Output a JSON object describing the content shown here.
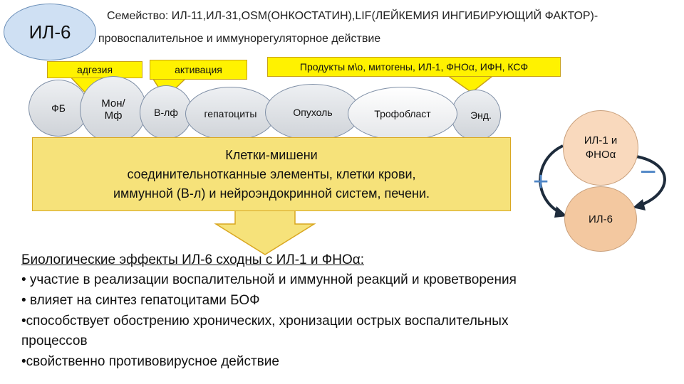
{
  "title_badge": "ИЛ-6",
  "family_line1": "Семейство: ИЛ-11,ИЛ-31,OSM(ОНКОСТАТИН),LIF(ЛЕЙКЕМИЯ ИНГИБИРУЮЩИЙ ФАКТОР)-",
  "family_line2": "провоспалительное и иммунорегуляторное действие",
  "tags": {
    "adhesion": "адгезия",
    "activation": "активация",
    "products": "Продукты м\\о, митогены, ИЛ-1, ФНОα, ИФН, КСФ"
  },
  "cells": {
    "fb": "ФБ",
    "mon_line1": "Мон/",
    "mon_line2": "Мф",
    "blf": "В-лф",
    "hepatocytes": "гепатоциты",
    "tumor": "Опухоль",
    "trophoblast": "Трофобласт",
    "end": "Энд."
  },
  "targets": {
    "line1": "Клетки-мишени",
    "line2": "соединительнотканные элементы, клетки крови,",
    "line3": "иммунной (В-л) и нейроэндокринной систем, печени."
  },
  "cycle": {
    "top_line1": "ИЛ-1 и",
    "top_line2": "ФНОα",
    "bottom": "ИЛ-6",
    "plus": "+",
    "minus": "−"
  },
  "effects": {
    "heading": "Биологические эффекты ИЛ-6 сходны с ИЛ-1 и ФНОα:",
    "items": [
      "• участие в реализации воспалительной и иммунной реакций и кроветворения",
      "• влияет на синтез гепатоцитами БОФ",
      "•способствует обострению хронических, хронизации острых воспалительных",
      "процессов",
      "•свойственно противовирусное действие"
    ]
  },
  "colors": {
    "badge_fill": "#cfe0f3",
    "yellow": "#fff200",
    "target_box": "#f6e27a",
    "circle_top": "#f9d9bd",
    "circle_bottom": "#f3c8a0",
    "arrow_blue": "#2f6fb0",
    "plus_color": "#4f86c6"
  }
}
